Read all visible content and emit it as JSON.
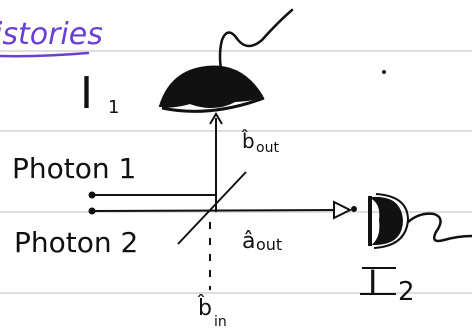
{
  "page": {
    "title": "istories"
  },
  "colors": {
    "ink": "#111111",
    "title_ink": "#6a3fd1",
    "rule_line": "#cfcfcf",
    "background": "#ffffff"
  },
  "labels": {
    "detector_1": "I",
    "detector_1_sub": "1",
    "detector_2": "I",
    "detector_2_sub": "2",
    "photon_1": "Photon 1",
    "photon_2": "Photon 2",
    "b_out": "b̂",
    "b_out_sub": "out",
    "a_out": "â",
    "a_out_sub": "out",
    "b_in": "b̂",
    "b_in_sub": "in"
  }
}
